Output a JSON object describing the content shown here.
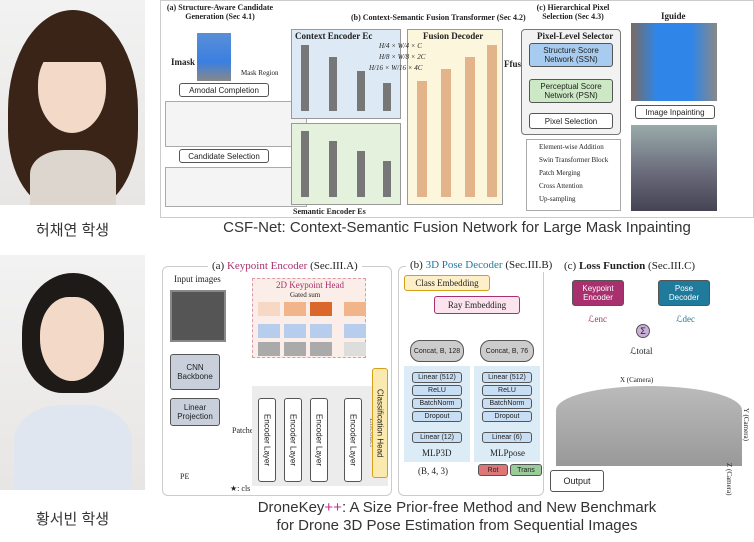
{
  "students": [
    {
      "name": "허채연 학생"
    },
    {
      "name": "황서빈 학생"
    }
  ],
  "paper1": {
    "caption": "CSF-Net: Context-Semantic Fusion Network for Large Mask Inpainting",
    "sections": {
      "a": "(a) Structure-Aware Candidate Generation (Sec 4.1)",
      "b": "(b) Context-Semantic Fusion Transformer (Sec 4.2)",
      "c": "(c) Hierarchical Pixel Selection (Sec 4.3)"
    },
    "labels": {
      "imask": "Imask",
      "mask_region": "Mask Region",
      "amodal": "Amodal Completion",
      "candidate": "Candidate Selection",
      "context_encoder": "Context Encoder Ec",
      "fusion_decoder": "Fusion Decoder",
      "semantic_encoder": "Semantic Encoder Es",
      "pixel_selector": "Pixel-Level Selector",
      "ssn": "Structure Score Network (SSN)",
      "psn": "Perceptual Score Network (PSN)",
      "pixel_selection": "Pixel Selection",
      "iguide": "Iguide",
      "image_inpainting": "Image Inpainting",
      "ffuse": "Ffuse",
      "dim1": "H/4 × W/4 × C",
      "dim2": "H/8 × W/8 × 2C",
      "dim3": "H/16 × W/16 × 4C"
    },
    "legend": [
      "Element-wise Addition",
      "Swin Transformer Block",
      "Patch Merging",
      "Cross Attention",
      "Up-sampling"
    ]
  },
  "paper2": {
    "caption_prefix": "DroneKey",
    "caption_plus": "++",
    "caption_line1_rest": ": A Size Prior-free Method and New Benchmark",
    "caption_line2": "for Drone 3D Pose Estimation from Sequential Images",
    "sections": {
      "a_pre": "(a) ",
      "a_name": "Keypoint Encoder",
      "a_post": " (Sec.III.A)",
      "b_pre": "(b) ",
      "b_name": "3D Pose Decoder",
      "b_post": " (Sec.III.B)",
      "c_pre": "(c) ",
      "c_name": "Loss Function",
      "c_post": " (Sec.III.C)"
    },
    "labels": {
      "input_images": "Input images",
      "kp_head": "2D Keypoint Head",
      "gated_sum": "Gated sum",
      "cnn": "CNN Backbone",
      "linear_proj": "Linear Projection",
      "patches": "Patches",
      "pe": "PE",
      "cls": "★: cls",
      "encoder_layer": "Encoder Layer",
      "encoder": "Encoder",
      "class_head": "Classification Head",
      "class_emb": "Class Embedding",
      "ray_emb": "Ray Embedding",
      "concat1": "Concat, B, 128",
      "concat2": "Concat, B, 76",
      "linear512": "Linear (512)",
      "relu": "ReLU",
      "batchnorm": "BatchNorm",
      "dropout": "Dropout",
      "linear12": "Linear (12)",
      "linear6": "Linear (6)",
      "mlp3d": "MLP3D",
      "mlppose": "MLPpose",
      "b43": "(B, 4, 3)",
      "rot": "Rot",
      "trans": "Trans",
      "output": "Output",
      "kp_encoder": "Keypoint Encoder",
      "pose_decoder": "Pose Decoder",
      "lenc": "ℒenc",
      "ldec": "ℒdec",
      "ltotal": "ℒtotal",
      "xcam": "X (Camera)",
      "ycam": "Y (Camera)",
      "zcam": "Z (Camera)"
    },
    "colors": {
      "magenta": "#a8306e",
      "teal": "#1f7a9c",
      "gold": "#d4a017"
    }
  }
}
